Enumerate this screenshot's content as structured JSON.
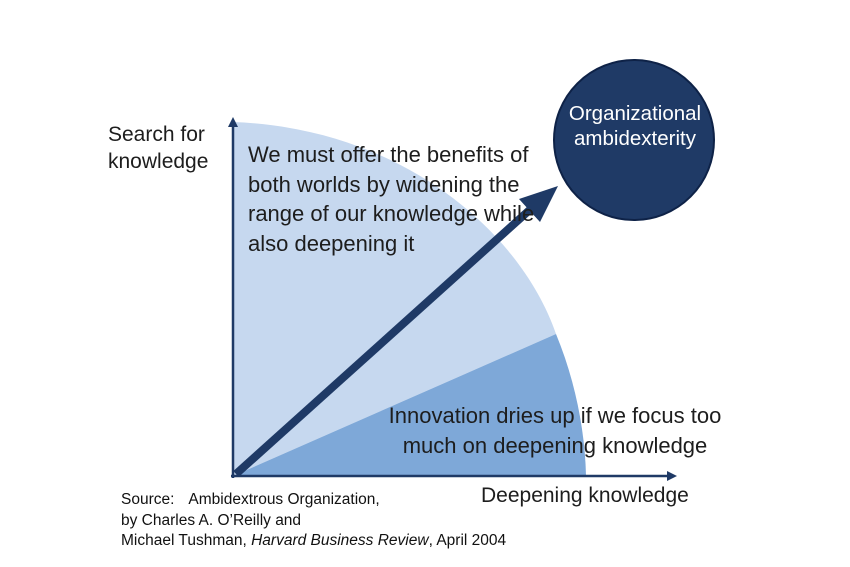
{
  "diagram": {
    "y_axis_label_line1": "Search for",
    "y_axis_label_line2": "knowledge",
    "x_axis_label": "Deepening knowledge",
    "upper_region_text": "We must offer the benefits of both worlds by widening the range of our knowledge while also deepening it",
    "lower_region_text": "Innovation dries up if we focus too much on deepening knowledge",
    "goal_circle_line1": "Organizational",
    "goal_circle_line2": "ambidexterity"
  },
  "source": {
    "label": "Source:",
    "line1": "Ambidextrous Organization,",
    "line2": "by Charles A. O’Reilly and",
    "line3_authors": "Michael Tushman, ",
    "line3_journal": "Harvard Business Review",
    "line3_date": ", April 2004"
  },
  "colors": {
    "light_region": "#c6d8ef",
    "mid_region": "#7ea8d8",
    "dark_navy": "#1f3a66",
    "axis": "#1f3a66"
  }
}
